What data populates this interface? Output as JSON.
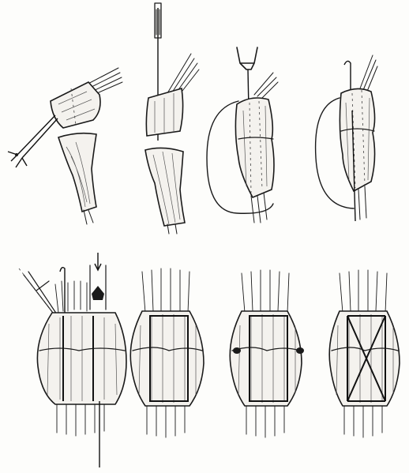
{
  "figure": {
    "panels": [
      {
        "id": "panel-1",
        "step": "tendon-ends-grasped-with-forceps"
      },
      {
        "id": "panel-2",
        "step": "tendon-stump-held-by-clamp"
      },
      {
        "id": "panel-3",
        "step": "core-suture-passed-through-ends"
      },
      {
        "id": "panel-4",
        "step": "ends-approximated-with-suture"
      },
      {
        "id": "panel-5",
        "step": "sutures-placed-around-repair"
      },
      {
        "id": "panel-6",
        "step": "rectangular-suture-pattern"
      },
      {
        "id": "panel-7",
        "step": "knots-tied-at-junction"
      },
      {
        "id": "panel-8",
        "step": "crossed-suture-pattern"
      }
    ]
  },
  "colors": {
    "ink": "#1a1a1a",
    "paper": "#fdfdfb"
  }
}
